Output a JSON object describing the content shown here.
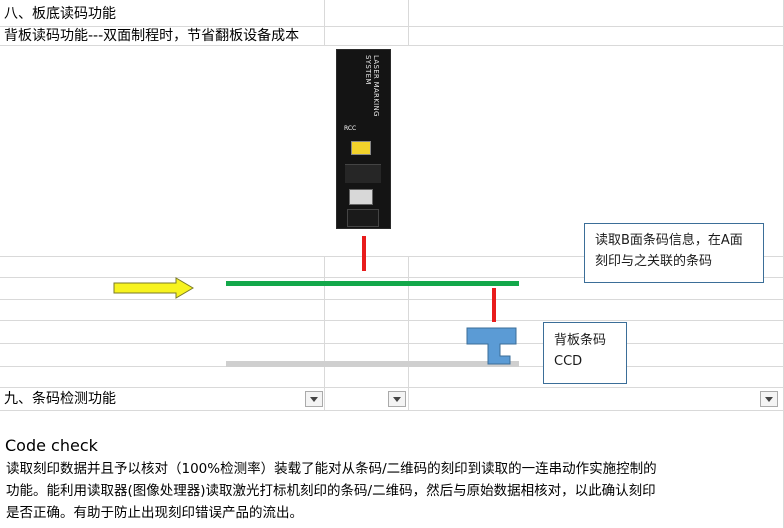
{
  "section8": {
    "title": "八、板底读码功能",
    "subtitle": "背板读码功能---双面制程时，节省翻板设备成本"
  },
  "machine": {
    "side_label": "LASER MARKING SYSTEM",
    "logo_text": "RCC"
  },
  "callouts": {
    "read_b": "读取B面条码信息，在A面刻印与之关联的条码",
    "ccd": "背板条码CCD"
  },
  "section9": {
    "title": "九、条码检测功能"
  },
  "code_check": {
    "heading": "Code check",
    "line1": "读取刻印数据并且予以核对（100%检测率）装载了能对从条码/二维码的刻印到读取的一连串动作实施控制的",
    "line2": "功能。能利用读取器(图像处理器)读取激光打标机刻印的条码/二维码，然后与原始数据相核对，以此确认刻印",
    "line3": "是否正确。有助于防止出现刻印错误产品的流出。"
  },
  "colors": {
    "green_board": "#13a84a",
    "red_beam": "#e81c1c",
    "yellow_arrow": "#f7f31f",
    "ccd_blue": "#5b9bd5",
    "callout_border": "#3b6e98"
  },
  "icons": {
    "filter_dropdown": "chevron-down-icon"
  }
}
